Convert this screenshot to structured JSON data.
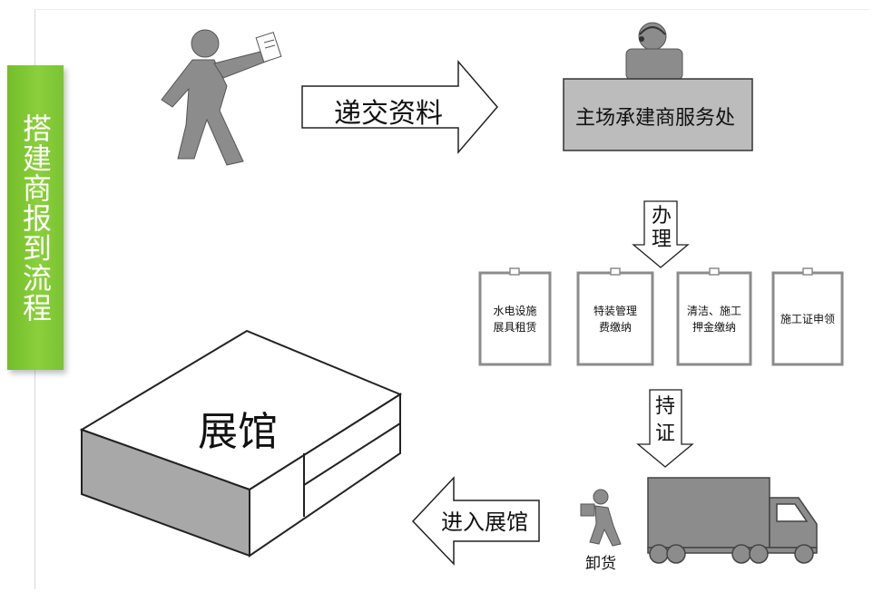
{
  "side_tag": {
    "text": "搭建商报到流程",
    "color": "#7ac432"
  },
  "steps": {
    "submit": "递交资料",
    "service_desk": "主场承建商服务处",
    "handle": "办理",
    "hold_permit": "持证",
    "enter_hall": "进入展馆",
    "hall": "展馆",
    "unload": "卸货"
  },
  "cards": [
    {
      "line1": "水电设施",
      "line2": "展具租赁"
    },
    {
      "line1": "特装管理",
      "line2": "费缴纳"
    },
    {
      "line1": "清洁、施工",
      "line2": "押金缴纳"
    },
    {
      "line1": "施工证申领",
      "line2": ""
    }
  ],
  "icons": [
    "walking-person-icon",
    "receptionist-icon",
    "truck-icon",
    "porter-icon"
  ],
  "colors": {
    "gray_fill": "#8c8c8c",
    "desk_fill": "#bcbcbc",
    "card_border": "#8c8c8c"
  }
}
